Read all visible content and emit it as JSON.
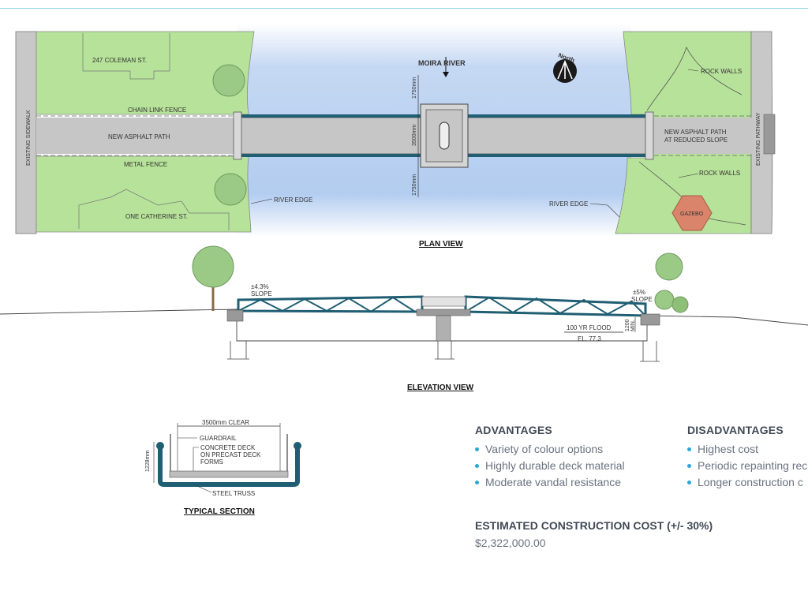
{
  "plan": {
    "labels": {
      "coleman": "247 COLEMAN ST.",
      "chain_fence": "CHAIN LINK FENCE",
      "asphalt_path": "NEW ASPHALT PATH",
      "metal_fence": "METAL FENCE",
      "catherine": "ONE CATHERINE ST.",
      "sidewalk": "EXISTING SIDEWALK",
      "river": "MOIRA RIVER",
      "north": "North",
      "rock_walls_top": "ROCK WALLS",
      "asphalt_reduced_1": "NEW ASPHALT PATH",
      "asphalt_reduced_2": "AT REDUCED SLOPE",
      "rock_walls_bottom": "ROCK WALLS",
      "river_edge_left": "RIVER EDGE",
      "river_edge_right": "RIVER EDGE",
      "gazebo": "GAZEBO",
      "pathway": "EXISTING PATHWAY",
      "dim_1750_top": "1750mm",
      "dim_3500": "3500mm",
      "dim_1750_bottom": "1750mm"
    },
    "title": "PLAN VIEW"
  },
  "elevation": {
    "labels": {
      "slope_left_1": "±4.3%",
      "slope_left_2": "SLOPE",
      "slope_right_1": "±5%",
      "slope_right_2": "SLOPE",
      "flood_1": "100 YR FLOOD",
      "flood_2": "EL. 77.3",
      "min_1": "1200",
      "min_2": "MIN."
    },
    "title": "ELEVATION VIEW"
  },
  "section": {
    "labels": {
      "clear": "3500mm CLEAR",
      "guardrail": "GUARDRAIL",
      "deck_1": "CONCRETE DECK",
      "deck_2": "ON PRECAST DECK",
      "deck_3": "FORMS",
      "height": "1228mm",
      "truss": "STEEL TRUSS"
    },
    "title": "TYPICAL SECTION"
  },
  "advantages": {
    "heading": "ADVANTAGES",
    "items": [
      "Variety of colour options",
      "Highly durable deck material",
      "Moderate vandal resistance"
    ]
  },
  "disadvantages": {
    "heading": "DISADVANTAGES",
    "items": [
      "Highest cost",
      "Periodic repainting rec",
      "Longer construction c"
    ]
  },
  "cost": {
    "heading": "ESTIMATED CONSTRUCTION COST (+/- 30%)",
    "value": "$2,322,000.00"
  },
  "colors": {
    "grass": "#b7e29a",
    "river": "#b9d2f2",
    "steel": "#1f5e73",
    "accent": "#29a8d8",
    "gazebo": "#d9846b"
  }
}
